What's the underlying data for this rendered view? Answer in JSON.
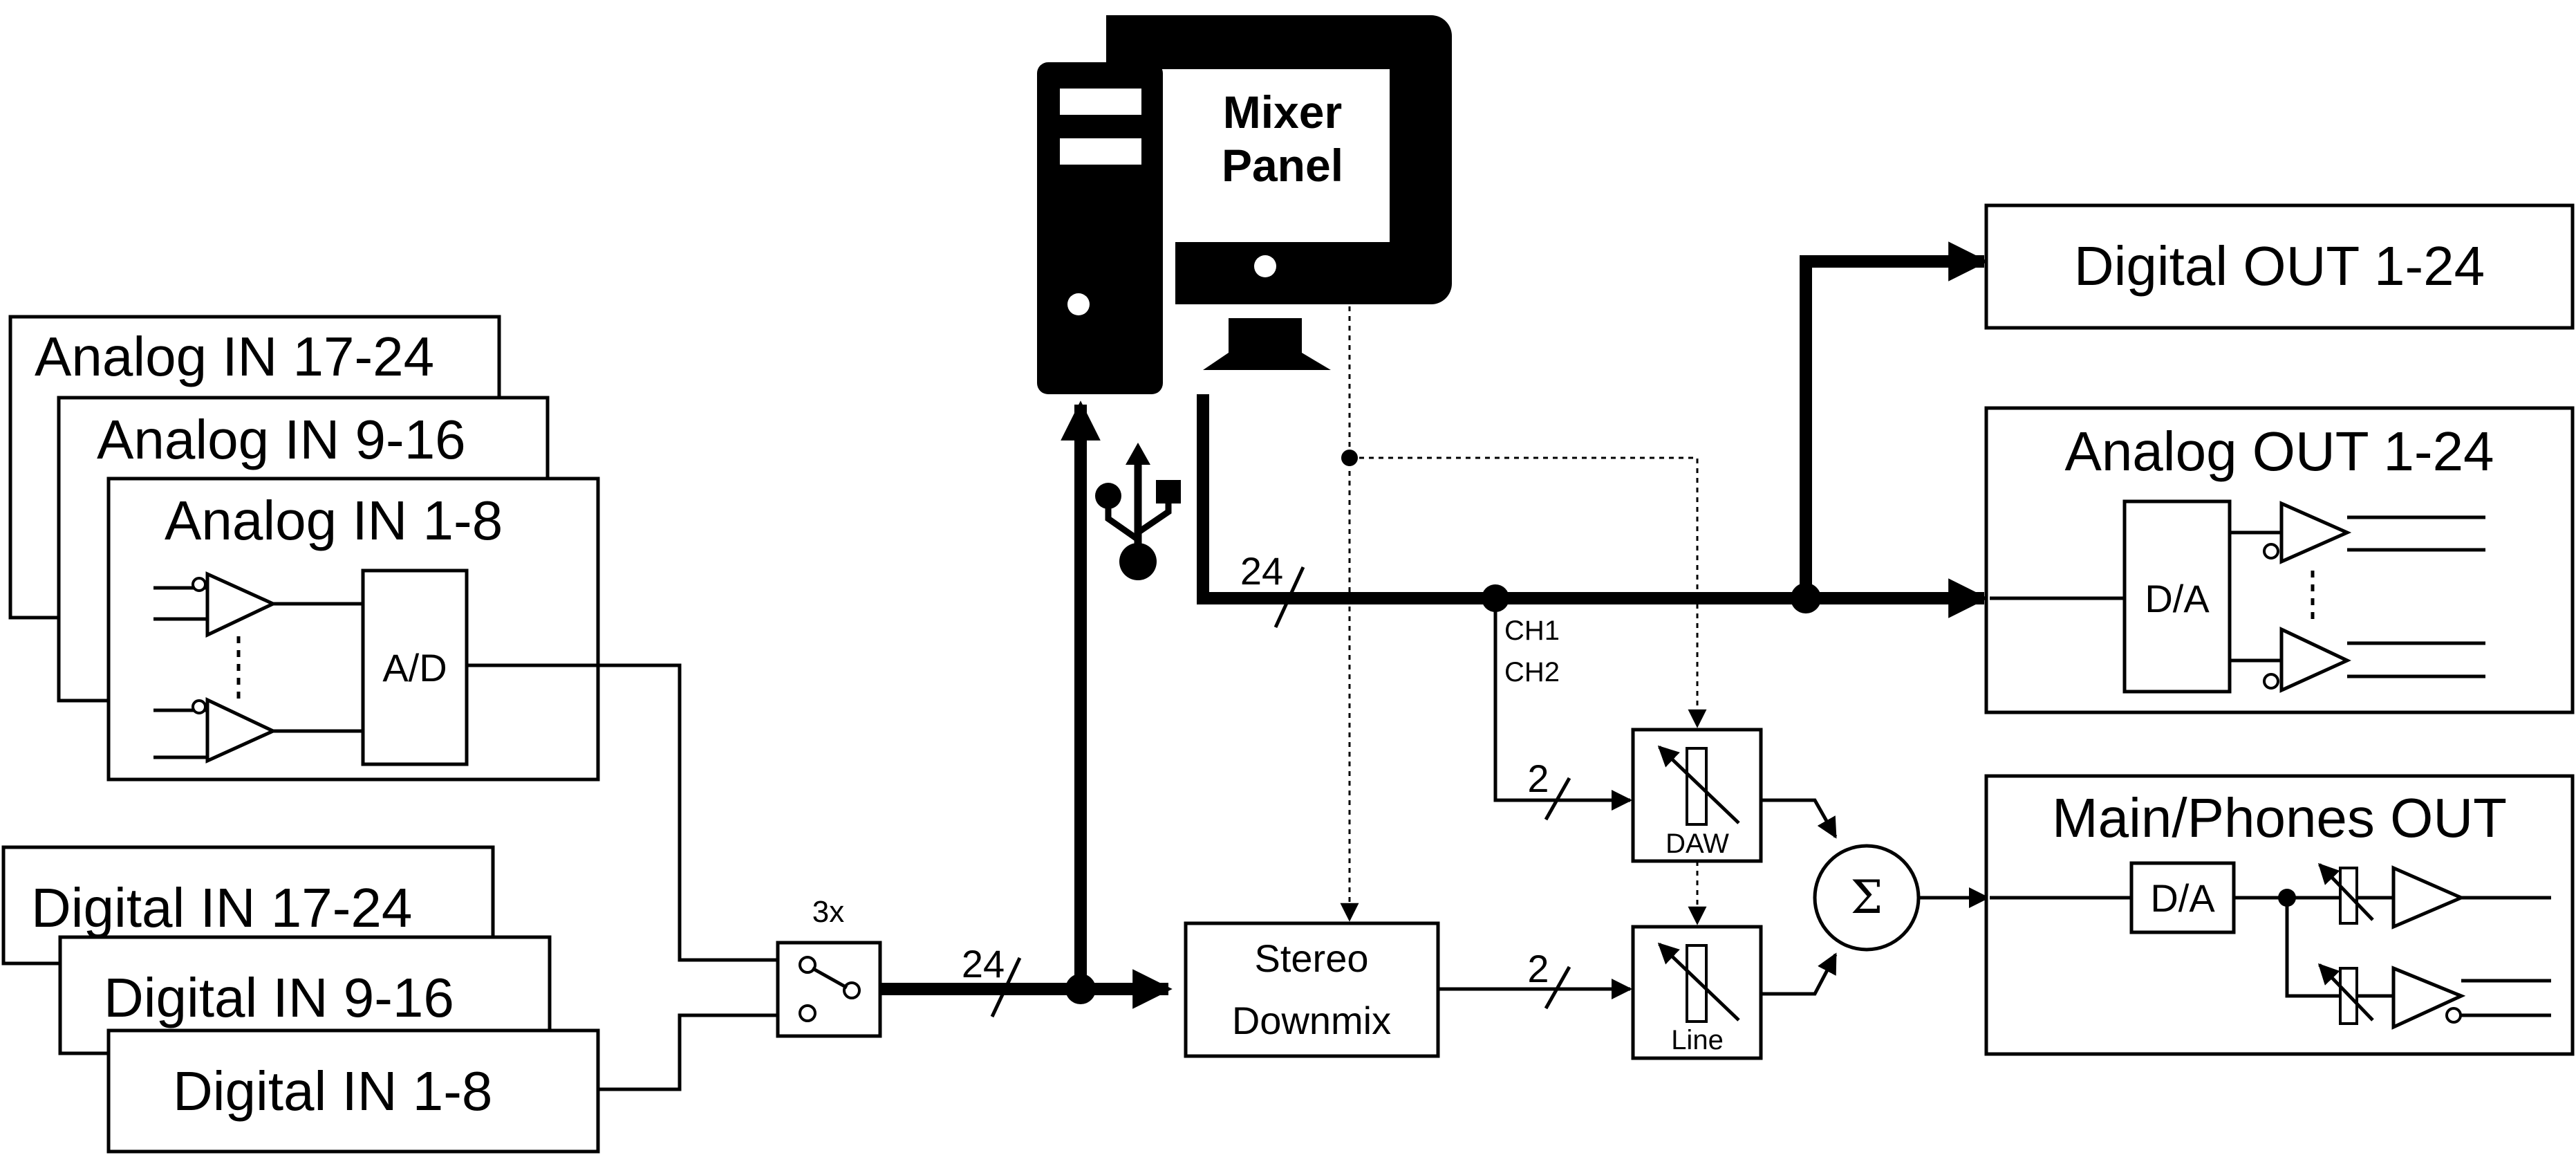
{
  "inputs": {
    "analog": [
      "Analog IN 17-24",
      "Analog IN 9-16",
      "Analog IN 1-8"
    ],
    "digital": [
      "Digital IN 17-24",
      "Digital IN 9-16",
      "Digital IN 1-8"
    ],
    "adc_label": "A/D"
  },
  "switch_label": "3x",
  "bus_counts": {
    "main_bus": "24",
    "usb_bus": "24",
    "daw_feed": "2",
    "downmix_feed": "2"
  },
  "computer": {
    "monitor_text_line1": "Mixer",
    "monitor_text_line2": "Panel"
  },
  "channels": {
    "ch1": "CH1",
    "ch2": "CH2"
  },
  "stereo_downmix": {
    "line1": "Stereo",
    "line2": "Downmix"
  },
  "faders": {
    "daw": "DAW",
    "line": "Line"
  },
  "summer_symbol": "Σ",
  "outputs": {
    "digital_out": "Digital OUT 1-24",
    "analog_out": "Analog OUT 1-24",
    "analog_dac": "D/A",
    "main_out": "Main/Phones OUT",
    "main_dac": "D/A"
  }
}
